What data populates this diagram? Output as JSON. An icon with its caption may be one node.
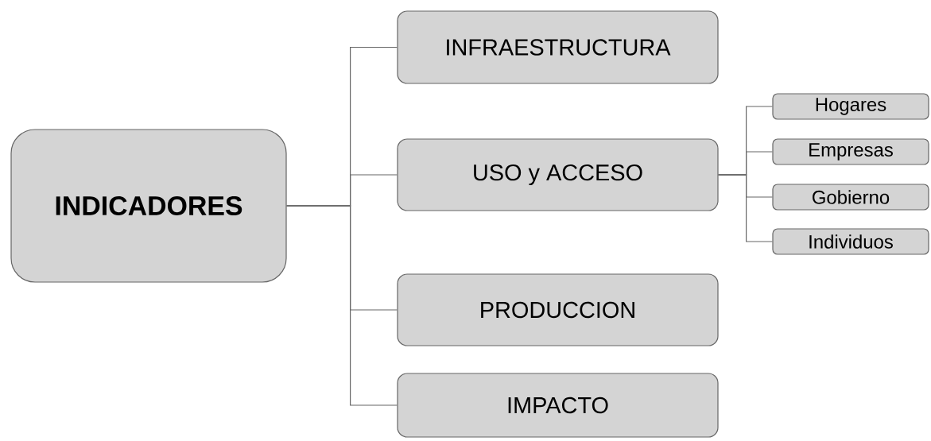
{
  "diagram": {
    "nodes": [
      {
        "text": [
          "INDICADORES"
        ]
      },
      {
        "text": [
          "INFRAESTRUCTURA"
        ]
      },
      {
        "text": [
          "USO y ACCESO"
        ]
      },
      {
        "text": [
          "PRODUCCION"
        ]
      },
      {
        "text": [
          "IMPACTO"
        ]
      },
      {
        "text": [
          "Hogares"
        ]
      },
      {
        "text": [
          "Empresas"
        ]
      },
      {
        "text": [
          "Gobierno"
        ]
      },
      {
        "text": [
          "Individuos"
        ]
      }
    ],
    "edges": [
      {
        "from": 0,
        "to": 1,
        "arrow": "none"
      },
      {
        "from": 0,
        "to": 2,
        "arrow": "none"
      },
      {
        "from": 0,
        "to": 3,
        "arrow": "none"
      },
      {
        "from": 0,
        "to": 4,
        "arrow": "none"
      },
      {
        "from": 2,
        "to": 5,
        "arrow": "none"
      },
      {
        "from": 2,
        "to": 6,
        "arrow": "none"
      },
      {
        "from": 2,
        "to": 7,
        "arrow": "none"
      },
      {
        "from": 2,
        "to": 8,
        "arrow": "none"
      }
    ]
  }
}
